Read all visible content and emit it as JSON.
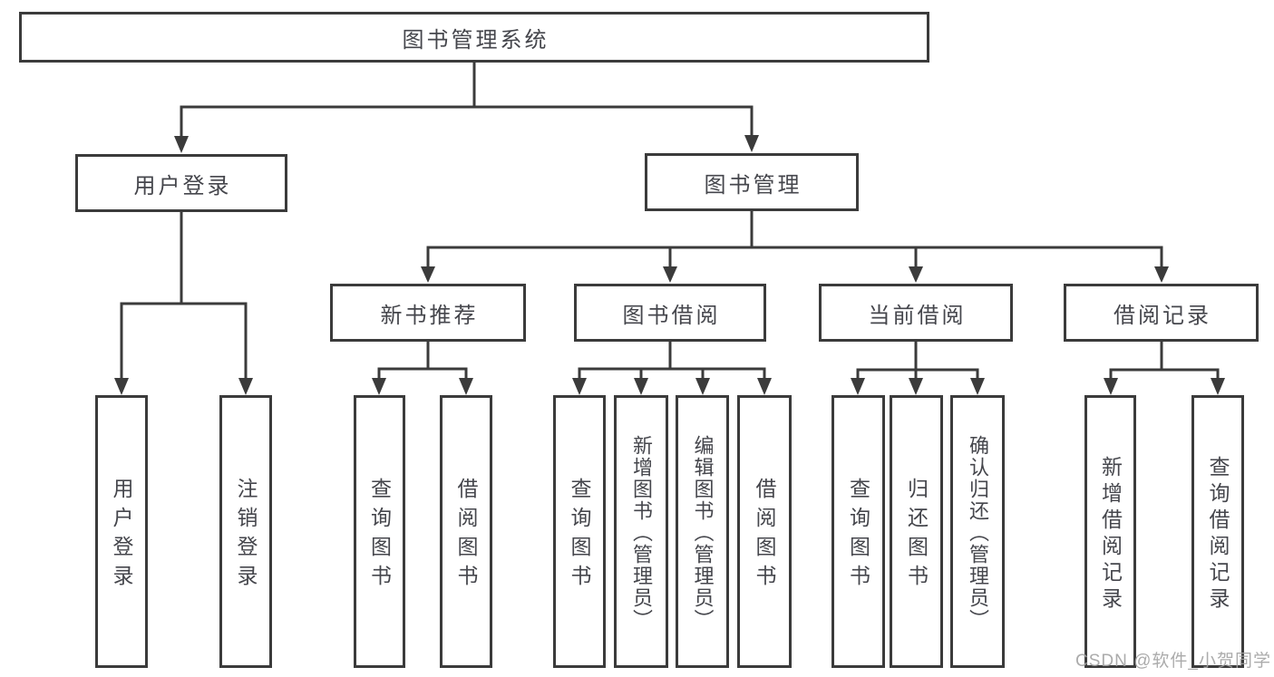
{
  "tree": {
    "label": "图书管理系统",
    "children": [
      {
        "label": "用户登录",
        "children": [
          {
            "label": "用户登录"
          },
          {
            "label": "注销登录"
          }
        ]
      },
      {
        "label": "图书管理",
        "children": [
          {
            "label": "新书推荐",
            "children": [
              {
                "label": "查询图书"
              },
              {
                "label": "借阅图书"
              }
            ]
          },
          {
            "label": "图书借阅",
            "children": [
              {
                "label": "查询图书"
              },
              {
                "label": "新增图书（管理员）"
              },
              {
                "label": "编辑图书（管理员）"
              },
              {
                "label": "借阅图书"
              }
            ]
          },
          {
            "label": "当前借阅",
            "children": [
              {
                "label": "查询图书"
              },
              {
                "label": "归还图书"
              },
              {
                "label": "确认归还（管理员）"
              }
            ]
          },
          {
            "label": "借阅记录",
            "children": [
              {
                "label": "新增借阅记录"
              },
              {
                "label": "查询借阅记录"
              }
            ]
          }
        ]
      }
    ]
  },
  "watermark": {
    "text": "CSDN @软件_小贺同学"
  },
  "colors": {
    "line": "#3b3b3b",
    "box_border": "#3b3b3b",
    "text": "#45464c",
    "watermark": "#a3a3a3",
    "background": "#ffffff"
  }
}
